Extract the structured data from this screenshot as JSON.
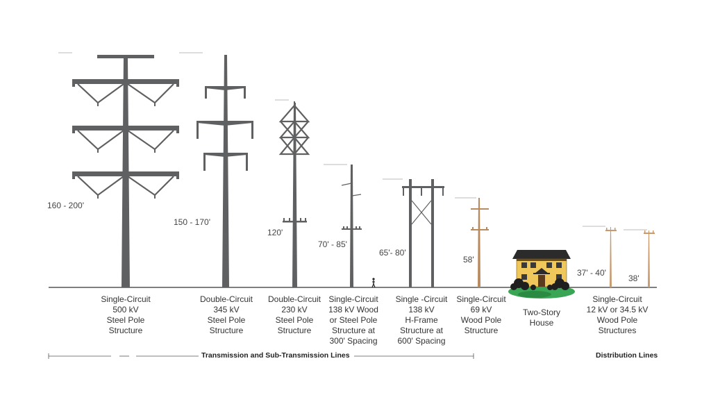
{
  "structures": [
    {
      "id": "s500",
      "height_label": "160 - 200'",
      "caption": [
        "Single-Circuit",
        "500 kV",
        "Steel Pole",
        "Structure"
      ]
    },
    {
      "id": "d345",
      "height_label": "150 - 170'",
      "caption": [
        "Double-Circuit",
        "345 kV",
        "Steel Pole",
        "Structure"
      ]
    },
    {
      "id": "d230",
      "height_label": "120'",
      "caption": [
        "Double-Circuit",
        "230 kV",
        "Steel Pole",
        "Structure"
      ]
    },
    {
      "id": "s138wood",
      "height_label": "70' - 85'",
      "caption": [
        "Single-Circuit",
        "138 kV Wood",
        "or Steel Pole",
        "Structure at",
        "300' Spacing"
      ]
    },
    {
      "id": "s138h",
      "height_label": "65'- 80'",
      "caption": [
        "Single -Circuit",
        "138 kV",
        "H-Frame",
        "Structure at",
        "600' Spacing"
      ]
    },
    {
      "id": "s69",
      "height_label": "58'",
      "caption": [
        "Single-Circuit",
        "69 kV",
        "Wood Pole",
        "Structure"
      ]
    },
    {
      "id": "house",
      "height_label": "",
      "caption": [
        "Two-Story",
        "House"
      ]
    },
    {
      "id": "dist",
      "height_label": "37' - 40'",
      "height_label_2": "38'",
      "caption": [
        "Single-Circuit",
        "12 kV or 34.5 kV",
        "Wood Pole",
        "Structures"
      ]
    }
  ],
  "sections": {
    "transmission": "Transmission and Sub-Transmission Lines",
    "distribution": "Distribution Lines"
  },
  "colors": {
    "steel": "#5f6062",
    "wood": "#b98a5e",
    "ground": "#333333",
    "house_wall": "#f0c75a",
    "roof": "#2b2b2b",
    "grass": "#3aa655"
  }
}
